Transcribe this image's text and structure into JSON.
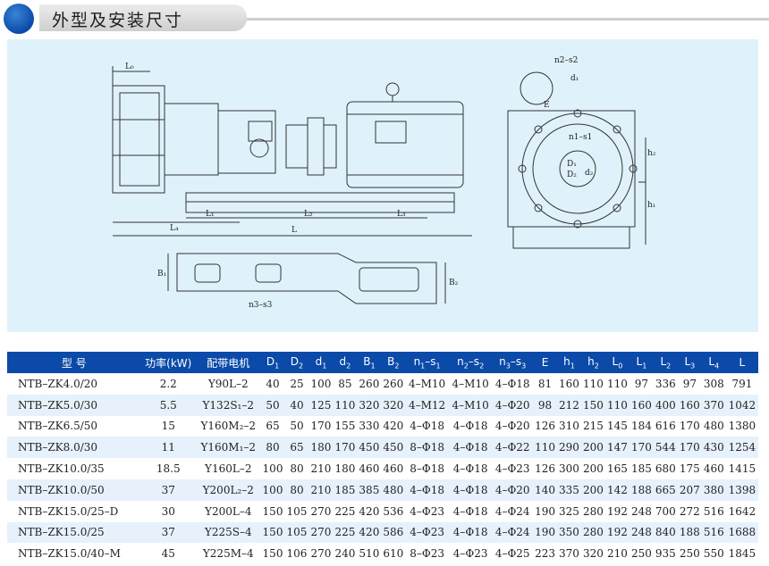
{
  "header": {
    "title": "外型及安装尺寸"
  },
  "drawing": {
    "labels": {
      "L0": "L₀",
      "L1": "L₁",
      "L2": "L₂",
      "L3": "L₃",
      "L4": "L₄",
      "L": "L",
      "B1": "B₁",
      "B2": "B₂",
      "n3s3": "n3–s3",
      "n2s2": "n2–s2",
      "d1": "d₁",
      "d2": "d₂",
      "D1": "D₁",
      "D2": "D₂",
      "E": "E",
      "h1": "h₁",
      "h2": "h₂",
      "n1s1": "n1–s1"
    }
  },
  "table": {
    "headers": [
      {
        "base": "型    号",
        "sub": ""
      },
      {
        "base": "功率(kW)",
        "sub": ""
      },
      {
        "base": "配带电机",
        "sub": ""
      },
      {
        "base": "D",
        "sub": "1"
      },
      {
        "base": "D",
        "sub": "2"
      },
      {
        "base": "d",
        "sub": "1"
      },
      {
        "base": "d",
        "sub": "2"
      },
      {
        "base": "B",
        "sub": "1"
      },
      {
        "base": "B",
        "sub": "2"
      },
      {
        "base": "n",
        "sub": "1",
        "mid": "–s",
        "sub2": "1"
      },
      {
        "base": "n",
        "sub": "2",
        "mid": "–s",
        "sub2": "2"
      },
      {
        "base": "n",
        "sub": "3",
        "mid": "–s",
        "sub2": "3"
      },
      {
        "base": "E",
        "sub": ""
      },
      {
        "base": "h",
        "sub": "1"
      },
      {
        "base": "h",
        "sub": "2"
      },
      {
        "base": "L",
        "sub": "0"
      },
      {
        "base": "L",
        "sub": "1"
      },
      {
        "base": "L",
        "sub": "2"
      },
      {
        "base": "L",
        "sub": "3"
      },
      {
        "base": "L",
        "sub": "4"
      },
      {
        "base": "L",
        "sub": ""
      }
    ],
    "rows": [
      [
        "NTB–ZK4.0/20",
        "2.2",
        "Y90L–2",
        "40",
        "25",
        "100",
        "85",
        "260",
        "260",
        "4–M10",
        "4–M10",
        "4–Φ18",
        "81",
        "160",
        "110",
        "110",
        "97",
        "336",
        "97",
        "308",
        "791"
      ],
      [
        "NTB–ZK5.0/30",
        "5.5",
        "Y132S₁–2",
        "50",
        "40",
        "125",
        "110",
        "320",
        "320",
        "4–M12",
        "4–M10",
        "4–Φ20",
        "98",
        "212",
        "150",
        "110",
        "160",
        "400",
        "160",
        "370",
        "1042"
      ],
      [
        "NTB–ZK6.5/50",
        "15",
        "Y160M₂–2",
        "65",
        "50",
        "170",
        "155",
        "330",
        "420",
        "4–Φ18",
        "4–Φ18",
        "4–Φ20",
        "126",
        "310",
        "215",
        "145",
        "184",
        "616",
        "170",
        "480",
        "1380"
      ],
      [
        "NTB–ZK8.0/30",
        "11",
        "Y160M₁–2",
        "80",
        "65",
        "180",
        "170",
        "450",
        "450",
        "8–Φ18",
        "4–Φ18",
        "4–Φ22",
        "110",
        "290",
        "200",
        "147",
        "170",
        "544",
        "170",
        "430",
        "1254"
      ],
      [
        "NTB–ZK10.0/35",
        "18.5",
        "Y160L–2",
        "100",
        "80",
        "210",
        "180",
        "460",
        "460",
        "8–Φ18",
        "4–Φ18",
        "4–Φ23",
        "126",
        "300",
        "200",
        "165",
        "185",
        "680",
        "175",
        "460",
        "1415"
      ],
      [
        "NTB–ZK10.0/50",
        "37",
        "Y200L₂–2",
        "100",
        "80",
        "210",
        "185",
        "385",
        "480",
        "4–Φ18",
        "4–Φ18",
        "4–Φ20",
        "140",
        "335",
        "200",
        "142",
        "188",
        "665",
        "207",
        "380",
        "1398"
      ],
      [
        "NTB–ZK15.0/25–D",
        "30",
        "Y200L–4",
        "150",
        "105",
        "270",
        "225",
        "420",
        "536",
        "4–Φ23",
        "4–Φ18",
        "4–Φ24",
        "190",
        "325",
        "280",
        "192",
        "248",
        "700",
        "272",
        "516",
        "1642"
      ],
      [
        "NTB–ZK15.0/25",
        "37",
        "Y225S–4",
        "150",
        "105",
        "270",
        "225",
        "420",
        "586",
        "4–Φ23",
        "4–Φ18",
        "4–Φ24",
        "190",
        "350",
        "280",
        "192",
        "248",
        "840",
        "188",
        "516",
        "1688"
      ],
      [
        "NTB–ZK15.0/40–M",
        "45",
        "Y225M–4",
        "150",
        "106",
        "270",
        "240",
        "510",
        "610",
        "8–Φ23",
        "4–Φ23",
        "4–Φ25",
        "223",
        "370",
        "320",
        "210",
        "250",
        "935",
        "250",
        "550",
        "1845"
      ]
    ]
  }
}
